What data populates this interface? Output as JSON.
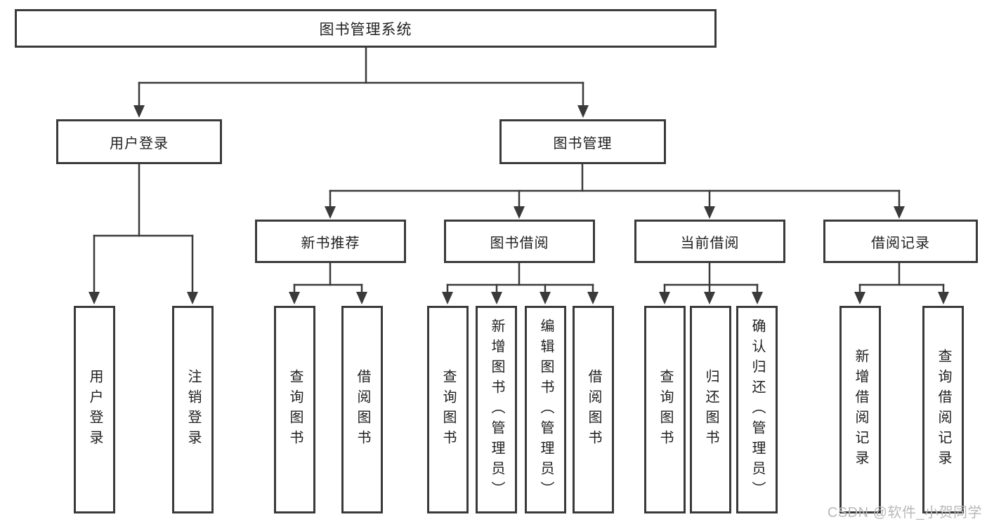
{
  "root": {
    "label": "图书管理系统"
  },
  "level2": {
    "user_login": {
      "label": "用户登录"
    },
    "book_mgmt": {
      "label": "图书管理"
    }
  },
  "level3": {
    "new_book": {
      "label": "新书推荐"
    },
    "borrow": {
      "label": "图书借阅"
    },
    "current": {
      "label": "当前借阅"
    },
    "record": {
      "label": "借阅记录"
    }
  },
  "leaves": {
    "user_login": {
      "label": "用户登录"
    },
    "logout": {
      "label": "注销登录"
    },
    "nb_query": {
      "label": "查询图书"
    },
    "nb_borrow": {
      "label": "借阅图书"
    },
    "bb_query": {
      "label": "查询图书"
    },
    "bb_add": {
      "label": "新增图书（管理员）"
    },
    "bb_edit": {
      "label": "编辑图书（管理员）"
    },
    "bb_borrow": {
      "label": "借阅图书"
    },
    "cb_query": {
      "label": "查询图书"
    },
    "cb_return": {
      "label": "归还图书"
    },
    "cb_confirm": {
      "label": "确认归还（管理员）"
    },
    "br_add": {
      "label": "新增借阅记录"
    },
    "br_query": {
      "label": "查询借阅记录"
    }
  },
  "watermark": {
    "text": "CSDN @软件_小贺同学"
  },
  "colors": {
    "line": "#3a3a3a",
    "text": "#1f1f1f",
    "watermark": "#b9b9b9",
    "background": "#ffffff"
  }
}
